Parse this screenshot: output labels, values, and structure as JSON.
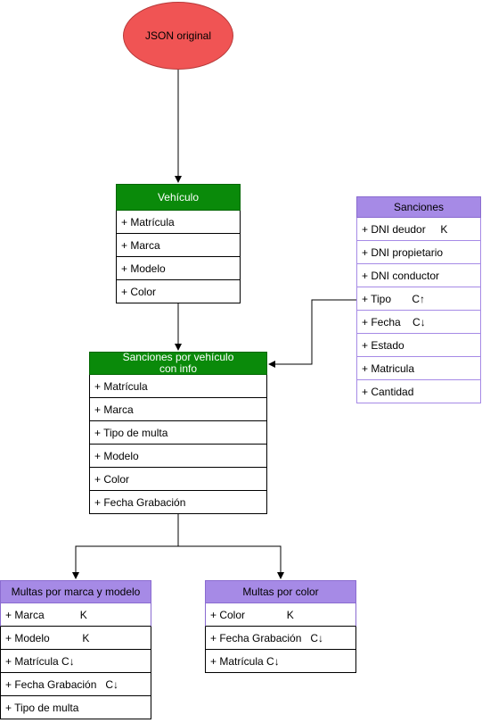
{
  "root": {
    "label": "JSON original"
  },
  "vehiculo": {
    "title": "Vehículo",
    "rows": [
      "+ Matrícula",
      "+ Marca",
      "+ Modelo",
      "+ Color"
    ]
  },
  "sanciones": {
    "title": "Sanciones",
    "rows": [
      "+ DNI deudor     K",
      "+ DNI propietario",
      "+ DNI conductor",
      "+ Tipo       C↑",
      "+ Fecha    C↓",
      "+ Estado",
      "+ Matricula",
      "+ Cantidad"
    ]
  },
  "sanciones_vehiculo": {
    "title_line1": "Sanciones por vehículo",
    "title_line2": "con info",
    "rows": [
      "+ Matrícula",
      "+ Marca",
      "+ Tipo de multa",
      "+ Modelo",
      "+ Color",
      "+ Fecha Grabación"
    ]
  },
  "multas_marca": {
    "title": "Multas por marca y modelo",
    "rows": [
      "+ Marca            K",
      "+ Modelo           K",
      "+ Matrícula C↓",
      "+ Fecha Grabación   C↓",
      "+ Tipo de multa"
    ]
  },
  "multas_color": {
    "title": "Multas por color",
    "rows": [
      "+ Color              K",
      "+ Fecha Grabación   C↓",
      "+ Matrícula C↓"
    ]
  },
  "colors": {
    "root_fill": "#f05454",
    "green_header": "#0a8a0a",
    "purple_header": "#a68ae6",
    "purple_border": "#a68ae6"
  }
}
